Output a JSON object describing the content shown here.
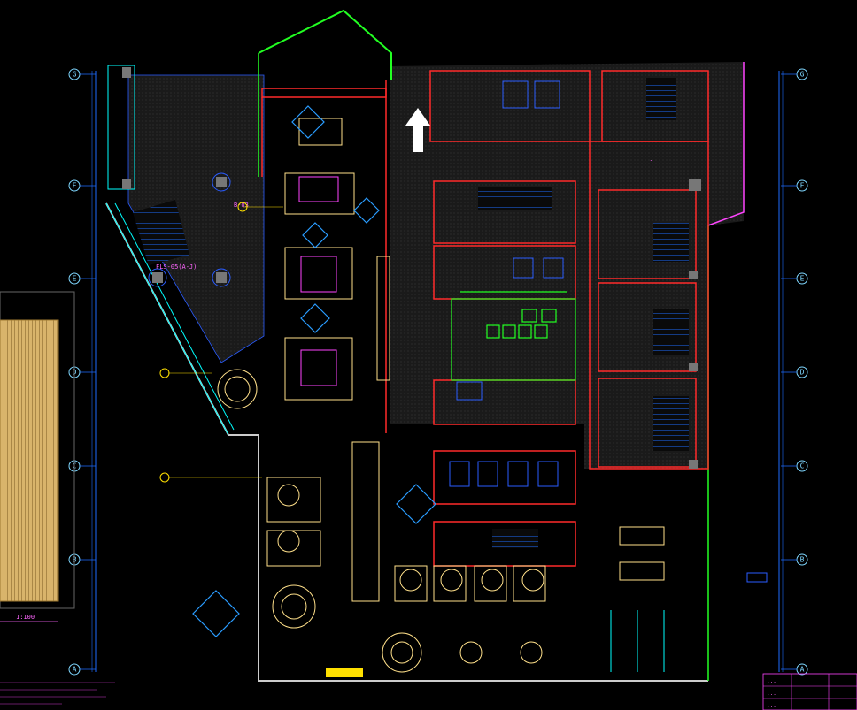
{
  "grid": {
    "right_markers": [
      "G",
      "F",
      "E",
      "D",
      "C",
      "B",
      "A"
    ],
    "left_markers": [
      "G",
      "F",
      "E",
      "D",
      "C",
      "B",
      "A"
    ]
  },
  "labels": {
    "drawing_caption": "...",
    "scale": "1:100",
    "room_tag": "FLS-05(A-J)",
    "stair_tag": "1",
    "elev_tag": "B-03"
  },
  "title_block": {
    "rows": [
      "...",
      "...",
      "..."
    ]
  },
  "colors": {
    "background": "#000000",
    "walls": "#ff2a2a",
    "furniture": "#ffe08a",
    "grid": "#7fd7ff",
    "annotation": "#ff44ff",
    "green": "#22ff22",
    "blue": "#2a5cff",
    "cyan": "#00ffff"
  }
}
